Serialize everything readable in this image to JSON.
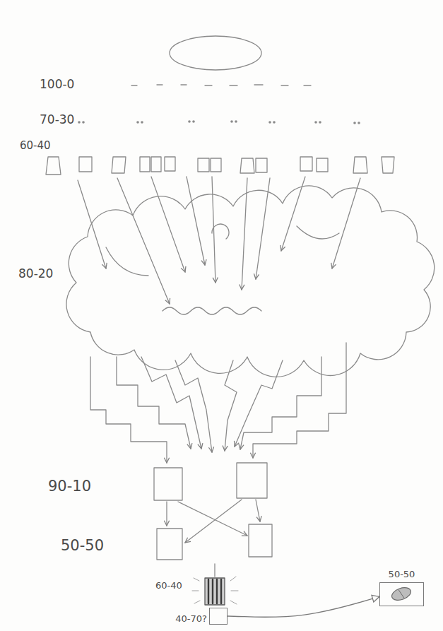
{
  "diagram": {
    "nodes": [
      {
        "text": [
          "40-70?"
        ]
      },
      {
        "text": [
          "50-50"
        ]
      }
    ],
    "edges": [
      {
        "from": 0,
        "to": 1,
        "arrow": "to"
      }
    ],
    "labels": [
      "100-0",
      "70-30",
      "60-40",
      "80-20",
      "90-10",
      "50-50",
      "60-40"
    ]
  }
}
